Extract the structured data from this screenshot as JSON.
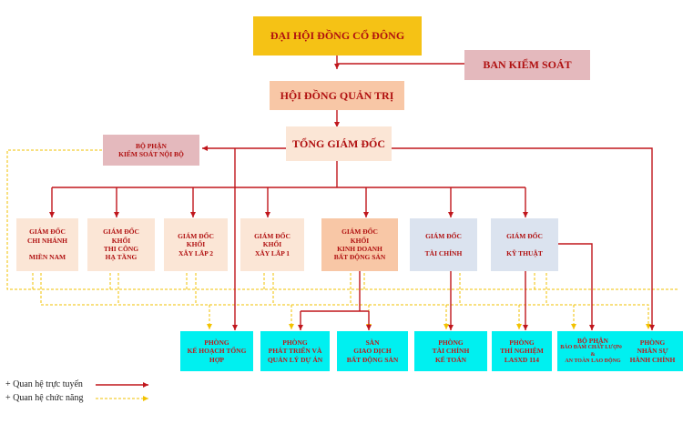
{
  "shareholders": "ĐẠI HỘI ĐỒNG CỔ ĐÔNG",
  "supervisory": "BAN KIỂM SOÁT",
  "board": "HỘI ĐỒNG QUẢN TRỊ",
  "ceo": "TỔNG GIÁM ĐỐC",
  "internal_audit": [
    "BỘ PHẬN",
    "KIỂM SOÁT NỘI BỘ"
  ],
  "directors": {
    "branch": [
      "GIÁM ĐỐC",
      "CHI NHÁNH",
      "",
      "MIỀN NAM"
    ],
    "infra": [
      "GIÁM ĐỐC",
      "KHỐI",
      "THI CÔNG",
      "HẠ TẦNG"
    ],
    "build2": [
      "GIÁM ĐỐC",
      "KHỐI",
      "XÂY LẮP 2"
    ],
    "build1": [
      "GIÁM ĐỐC",
      "KHỐI",
      "XÂY LẮP 1"
    ],
    "realestate": [
      "GIÁM ĐỐC",
      "KHỐI",
      "KINH DOANH",
      "BẤT ĐỘNG SẢN"
    ],
    "finance": [
      "GIÁM ĐỐC",
      "",
      "TÀI CHÍNH"
    ],
    "technical": [
      "GIÁM ĐỐC",
      "",
      "KỸ THUẬT"
    ]
  },
  "departments": {
    "planning": [
      "PHÒNG",
      "KẾ HOẠCH TỔNG",
      "HỢP"
    ],
    "development": [
      "PHÒNG",
      "PHÁT TRIỂN VÀ",
      "QUẢN LÝ DỰ ÁN"
    ],
    "exchange": [
      "SÀN",
      "GIAO DỊCH",
      "BẤT ĐỘNG SẢN"
    ],
    "accounting": [
      "PHÒNG",
      "TÀI CHÍNH",
      "KẾ TOÁN"
    ],
    "lab": [
      "PHÒNG",
      "THÍ NGHIỆM",
      "LASXD 114"
    ],
    "quality": [
      "BỘ PHẬN",
      "BẢO ĐẢM CHẤT LƯỢNG",
      "&",
      "AN TOÀN LAO ĐỘNG"
    ],
    "hr": [
      "PHÒNG",
      "NHÂN SỰ",
      "HÀNH CHÍNH"
    ]
  },
  "legend": {
    "direct": "+ Quan hệ trực tuyến",
    "functional": "+ Quan hệ chức năng"
  },
  "colors": {
    "direct_line": "#c0161c",
    "functional_line": "#f2c200",
    "top_box": "#f5c215",
    "department_box": "#00f0f0"
  }
}
